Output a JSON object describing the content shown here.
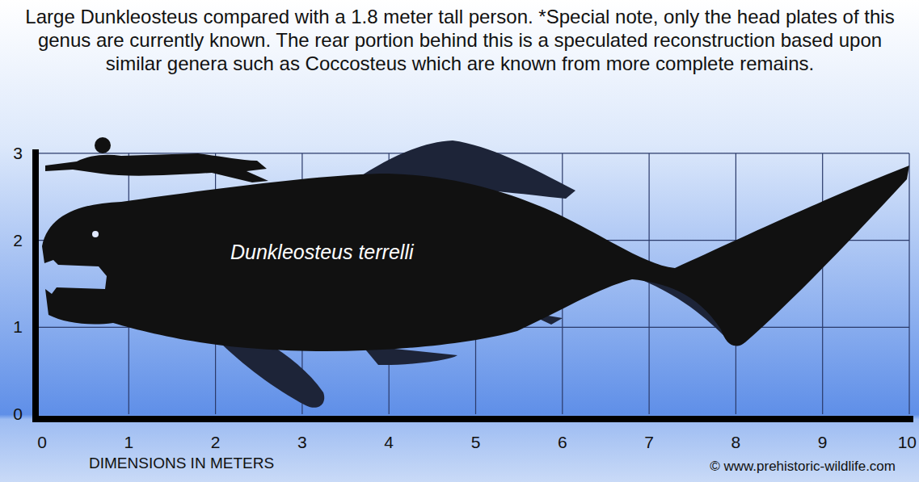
{
  "diagram": {
    "title": "Large Dunkleosteus compared with a 1.8 meter tall person. *Special note, only the head plates of this genus are currently known. The rear portion behind this is a speculated reconstruction based upon similar genera such as Coccosteus which are known from more complete remains.",
    "labels": [
      "Dunkleosteus terrelli",
      "0",
      "1",
      "2",
      "3",
      "0",
      "1",
      "2",
      "3",
      "4",
      "5",
      "6",
      "7",
      "8",
      "9",
      "10",
      "DIMENSIONS IN METERS",
      "© www.prehistoric-wildlife.com"
    ]
  }
}
